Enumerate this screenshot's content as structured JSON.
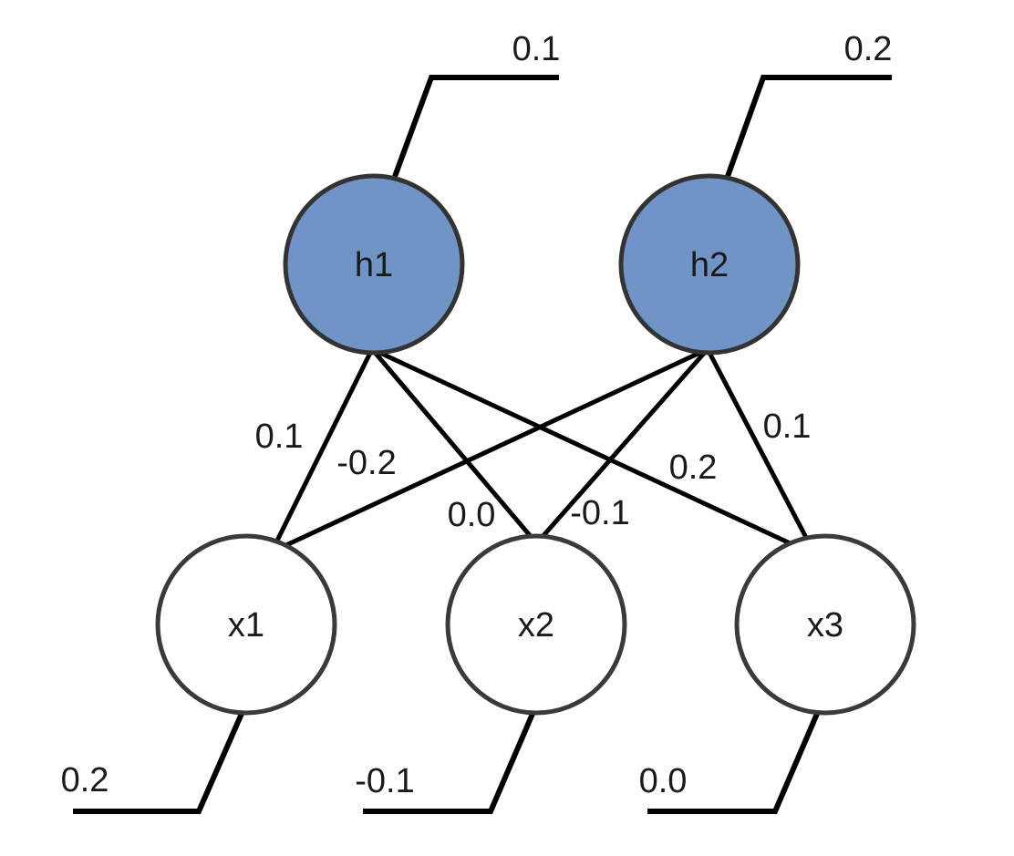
{
  "diagram": {
    "type": "neural-network",
    "colors": {
      "background": "#ffffff",
      "hidden_fill": "#7194C7",
      "input_fill": "#ffffff",
      "node_border": "#333333",
      "line": "#000000",
      "text": "#1a1a1a"
    },
    "hidden_layer": {
      "nodes": [
        {
          "id": "h1",
          "label": "h1",
          "bias": "0.1"
        },
        {
          "id": "h2",
          "label": "h2",
          "bias": "0.2"
        }
      ]
    },
    "input_layer": {
      "nodes": [
        {
          "id": "x1",
          "label": "x1",
          "bias": "0.2"
        },
        {
          "id": "x2",
          "label": "x2",
          "bias": "-0.1"
        },
        {
          "id": "x3",
          "label": "x3",
          "bias": "0.0"
        }
      ]
    },
    "weights": [
      {
        "from": "h1",
        "to": "x1",
        "value": "0.1"
      },
      {
        "from": "h2",
        "to": "x1",
        "value": "-0.2"
      },
      {
        "from": "h1",
        "to": "x2",
        "value": "0.0"
      },
      {
        "from": "h2",
        "to": "x2",
        "value": "-0.1"
      },
      {
        "from": "h1",
        "to": "x3",
        "value": "0.2"
      },
      {
        "from": "h2",
        "to": "x3",
        "value": "0.1"
      }
    ]
  }
}
